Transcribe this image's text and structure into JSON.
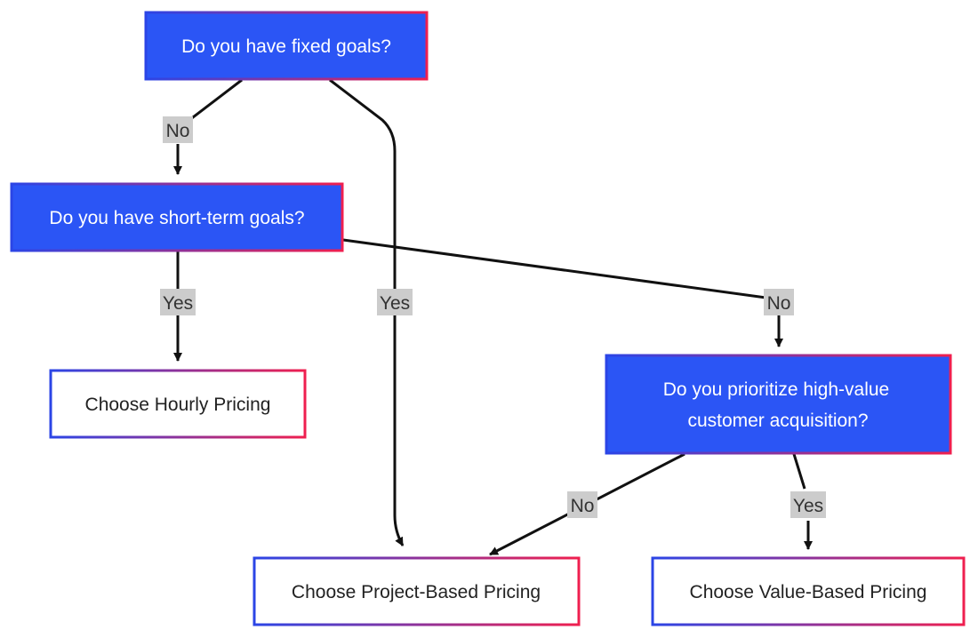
{
  "diagram": {
    "nodes": {
      "fixed_goals": {
        "lines": [
          "Do you have fixed goals?"
        ],
        "style": "decision"
      },
      "short_term_goals": {
        "lines": [
          "Do you have short-term goals?"
        ],
        "style": "decision"
      },
      "high_value": {
        "lines": [
          "Do you prioritize high-value",
          "customer acquisition?"
        ],
        "style": "decision"
      },
      "hourly": {
        "lines": [
          "Choose Hourly Pricing"
        ],
        "style": "outcome"
      },
      "project_based": {
        "lines": [
          "Choose Project-Based Pricing"
        ],
        "style": "outcome"
      },
      "value_based": {
        "lines": [
          "Choose Value-Based Pricing"
        ],
        "style": "outcome"
      }
    },
    "edges": {
      "fixed_to_short": {
        "from": "fixed_goals",
        "to": "short_term_goals",
        "label": "No"
      },
      "fixed_to_project": {
        "from": "fixed_goals",
        "to": "project_based",
        "label": "Yes"
      },
      "short_to_hourly": {
        "from": "short_term_goals",
        "to": "hourly",
        "label": "Yes"
      },
      "short_to_highvalue": {
        "from": "short_term_goals",
        "to": "high_value",
        "label": "No"
      },
      "highvalue_to_project": {
        "from": "high_value",
        "to": "project_based",
        "label": "No"
      },
      "highvalue_to_value": {
        "from": "high_value",
        "to": "value_based",
        "label": "Yes"
      }
    },
    "colors": {
      "decision_fill": "#2b55f5",
      "decision_text": "#ffffff",
      "outcome_fill": "#ffffff",
      "outcome_text": "#222222",
      "border_start": "#2b45e6",
      "border_end": "#ef1f4f",
      "edge_stroke": "#111111",
      "label_bg": "#cccccc"
    }
  }
}
